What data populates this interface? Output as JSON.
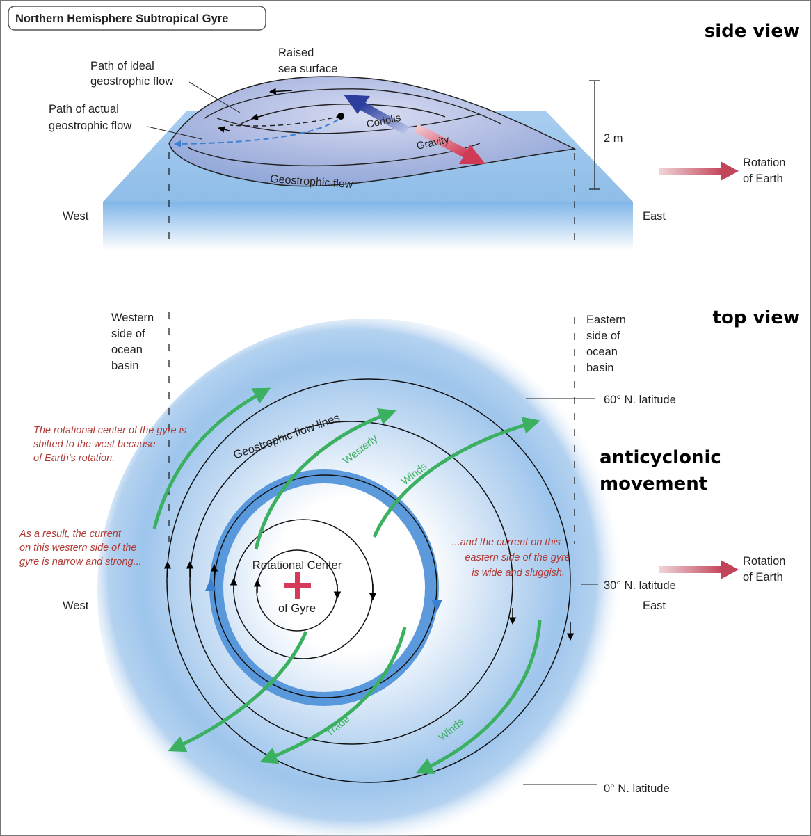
{
  "title": "Northern Hemisphere Subtropical Gyre",
  "side_view": {
    "heading": "side view",
    "raised_surface": [
      "Raised",
      "sea surface"
    ],
    "ideal_flow": [
      "Path of ideal",
      "geostrophic flow"
    ],
    "actual_flow": [
      "Path of actual",
      "geostrophic flow"
    ],
    "coriolis": "Coriolis",
    "gravity": "Gravity",
    "geostrophic_flow": "Geostrophic flow",
    "height": "2 m",
    "rotation": [
      "Rotation",
      "of Earth"
    ],
    "west": "West",
    "east": "East"
  },
  "top_view": {
    "heading": "top view",
    "western_side": [
      "Western",
      "side of",
      "ocean",
      "basin"
    ],
    "eastern_side": [
      "Eastern",
      "side of",
      "ocean",
      "basin"
    ],
    "lat_60": "60° N. latitude",
    "lat_30": "30° N. latitude",
    "lat_0": "0° N. latitude",
    "anticyclonic": [
      "anticyclonic",
      "movement"
    ],
    "flow_lines": "Geostrophic flow lines",
    "westerly": "Westerly",
    "winds_top": "Winds",
    "trade": "Trade",
    "winds_bottom": "Winds",
    "center": [
      "Rotational Center",
      "of Gyre"
    ],
    "note_center": [
      "The rotational center of the gyre is",
      "shifted to the west because",
      "of Earth's rotation."
    ],
    "note_west": [
      "As a result, the current",
      "on this western side of the",
      "gyre is narrow and strong..."
    ],
    "note_east": [
      "...and the current on this",
      "eastern side of the gyre",
      "is wide and sluggish."
    ],
    "rotation": [
      "Rotation",
      "of Earth"
    ],
    "west": "West",
    "east": "East"
  },
  "colors": {
    "ocean": "#8fb9e6",
    "current": "#4a8fd8",
    "wind": "#3bb061",
    "coriolis": "#2d3f9e",
    "gravity": "#d03a55",
    "rotation_arrow": "#c24458",
    "note": "#b03a35"
  }
}
